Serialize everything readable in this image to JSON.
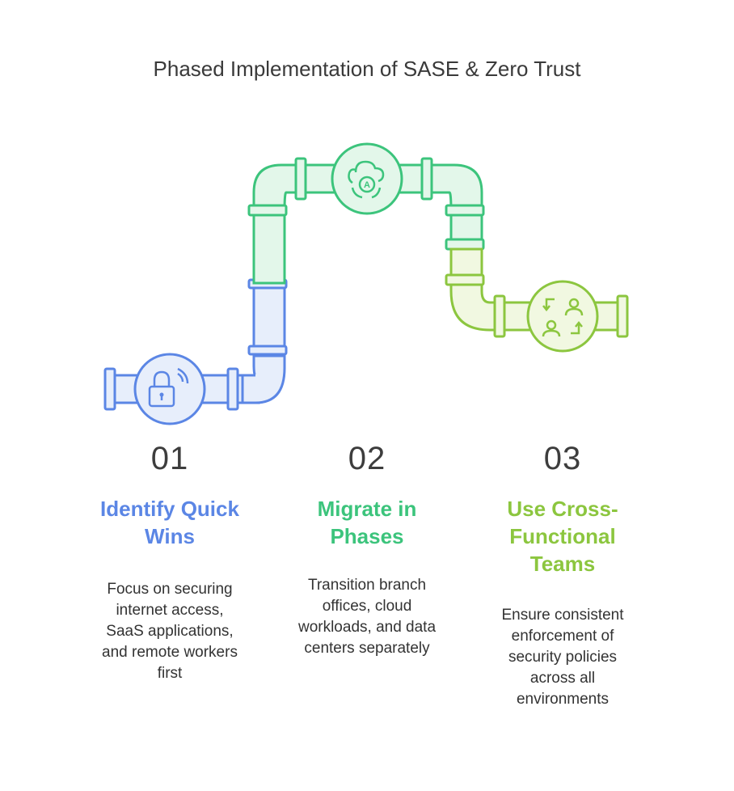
{
  "title": "Phased Implementation of SASE & Zero Trust",
  "colors": {
    "blue": "#5b86e5",
    "green": "#3cc47c",
    "lime": "#8cc63f",
    "blue_fill": "#e7eefb",
    "green_fill": "#e3f7ea",
    "lime_fill": "#f1f8e1"
  },
  "steps": [
    {
      "number": "01",
      "heading_line1": "Identify Quick",
      "heading_line2": "Wins",
      "heading_line3": "",
      "desc_lines": [
        "Focus on securing",
        "internet access,",
        "SaaS applications,",
        "and remote workers",
        "first"
      ],
      "icon": "lock-wifi-icon"
    },
    {
      "number": "02",
      "heading_line1": "Migrate in",
      "heading_line2": "Phases",
      "heading_line3": "",
      "desc_lines": [
        "Transition branch",
        "offices, cloud",
        "workloads, and data",
        "centers separately",
        ""
      ],
      "icon": "cloud-sync-icon"
    },
    {
      "number": "03",
      "heading_line1": "Use Cross-",
      "heading_line2": "Functional",
      "heading_line3": "Teams",
      "desc_lines": [
        "Ensure consistent",
        "enforcement of",
        "security policies",
        "across all",
        "environments"
      ],
      "icon": "team-swap-icon"
    }
  ]
}
